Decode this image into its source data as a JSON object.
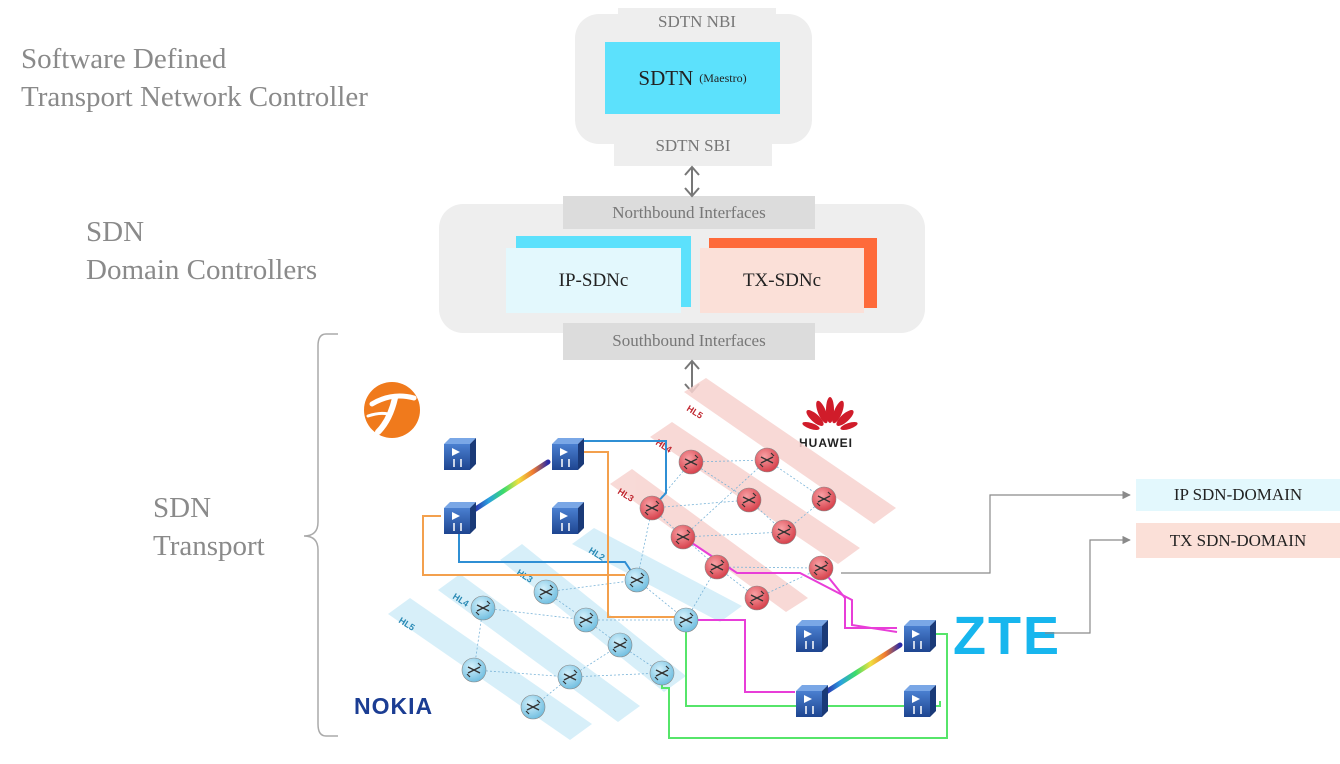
{
  "headings": {
    "sdtn_title_line1": "Software Defined",
    "sdtn_title_line2": "Transport Network Controller",
    "sdn_domain_line1": "SDN",
    "sdn_domain_line2": "Domain Controllers",
    "sdn_transport_line1": "SDN",
    "sdn_transport_line2": "Transport"
  },
  "sdtn": {
    "nbi_label": "SDTN NBI",
    "name": "SDTN",
    "name_suffix": "(Maestro)",
    "sbi_label": "SDTN SBI"
  },
  "domain_controllers": {
    "northbound_label": "Northbound Interfaces",
    "southbound_label": "Southbound Interfaces",
    "ip_controller": "IP-SDNc",
    "tx_controller": "TX-SDNc"
  },
  "legend": {
    "ip_domain": "IP SDN-DOMAIN",
    "tx_domain": "TX SDN-DOMAIN"
  },
  "vendors": {
    "huawei": "HUAWEI",
    "zte": "ZTE",
    "nokia": "NOKIA"
  },
  "huawei_layers": [
    "HL5",
    "HL4",
    "HL3"
  ],
  "nokia_layers": [
    "HL2",
    "HL3",
    "HL4",
    "HL5"
  ],
  "colors": {
    "cyan_accent": "#5ce1fc",
    "ip_light": "#e3f8fd",
    "tx_orange": "#fe6a3a",
    "tx_light": "#fbe0d8",
    "router_red": "#e05058",
    "router_blue": "#79c6e6",
    "zte_blue": "#17b6ee",
    "nokia_blue": "#1b3d93",
    "link_magenta": "#e83ed8",
    "link_green": "#56e56a",
    "link_orange": "#f3a04d",
    "link_blue": "#2f8fd4"
  },
  "icons": [
    "bidirectional-arrow-icon",
    "optical-switch-icon",
    "router-icon",
    "huawei-logo-icon",
    "operator-logo-icon"
  ]
}
